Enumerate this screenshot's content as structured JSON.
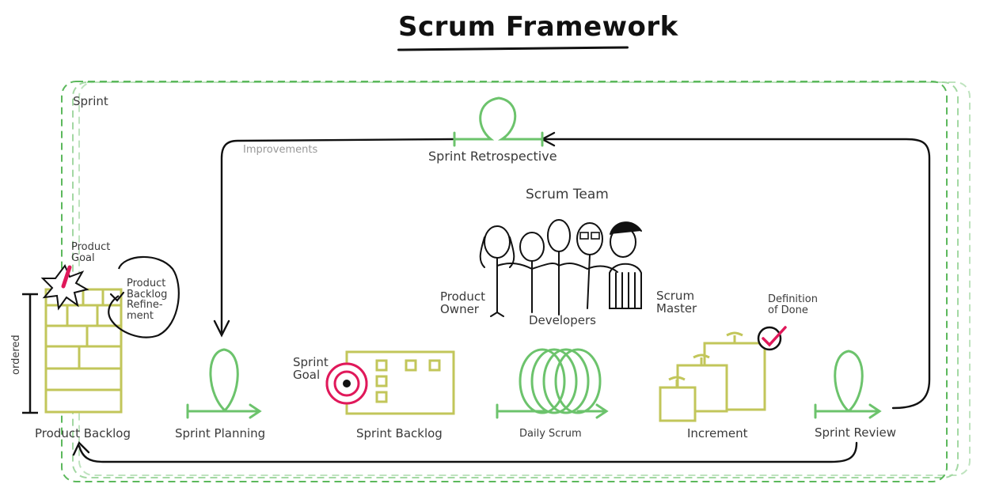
{
  "title": "Scrum Framework",
  "labels": {
    "sprint": "Sprint",
    "improvements": "Improvements",
    "sprint_retrospective": "Sprint Retrospective",
    "scrum_team": "Scrum Team",
    "product_goal": "Product\nGoal",
    "product_backlog_refinement": "Product\nBacklog\nRefine-\nment",
    "ordered": "ordered",
    "product_owner": "Product\nOwner",
    "developers": "Developers",
    "scrum_master": "Scrum\nMaster",
    "definition_of_done": "Definition\nof Done",
    "sprint_goal": "Sprint\nGoal",
    "product_backlog": "Product Backlog",
    "sprint_planning": "Sprint Planning",
    "sprint_backlog": "Sprint Backlog",
    "daily_scrum": "Daily Scrum",
    "increment": "Increment",
    "sprint_review": "Sprint Review"
  },
  "colors": {
    "sprint_green": "#5cb85c",
    "loop_green": "#6cc36c",
    "artifact_olive": "#c2c65a",
    "artifact_fill": "#f1f3c6",
    "accent_pink": "#e0185a",
    "ink": "#111111"
  }
}
